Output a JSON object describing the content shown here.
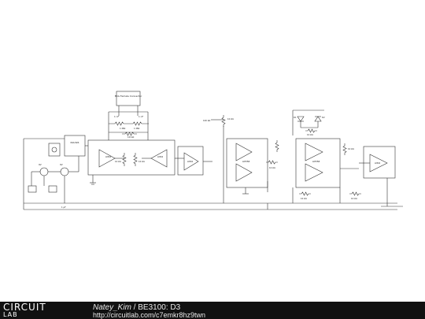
{
  "footer": {
    "logo_top": "CIRCUIT",
    "logo_bottom": "LAB",
    "author": "Natey_Kim",
    "separator": " / ",
    "title": "BE3100: D3",
    "url": "http://circuitlab.com/c7emkr8hz9twn"
  },
  "schematic": {
    "labels": {
      "connector": "EKG Female Connector",
      "ina_block": "INA326",
      "opamp_u1": "LMC6",
      "opamp_u2": "LMC6",
      "opamp_mid": "LMC6",
      "lm_block1": "LM358",
      "lm_block2": "LM358",
      "opamp_right": "LMC6",
      "cap_a": "1 nF",
      "cap_b": "1 nF",
      "res_top1": "1 MΩ",
      "res_top2": "1 MΩ",
      "res_bridge": "10 kΩ",
      "res_left1": "10 kΩ",
      "res_left2": "10 kΩ",
      "res_mid1": "100 kΩ",
      "res_mid2": "10 kΩ",
      "res_mid3": "10 kΩ",
      "res_r1": "10 kΩ",
      "res_r2": "10 kΩ",
      "res_r3": "10 kΩ",
      "res_r4": "10 kΩ",
      "led1": "D1",
      "led2": "D2",
      "src1": "9V",
      "src2": "9V",
      "cap_bot": "1 µF"
    }
  }
}
